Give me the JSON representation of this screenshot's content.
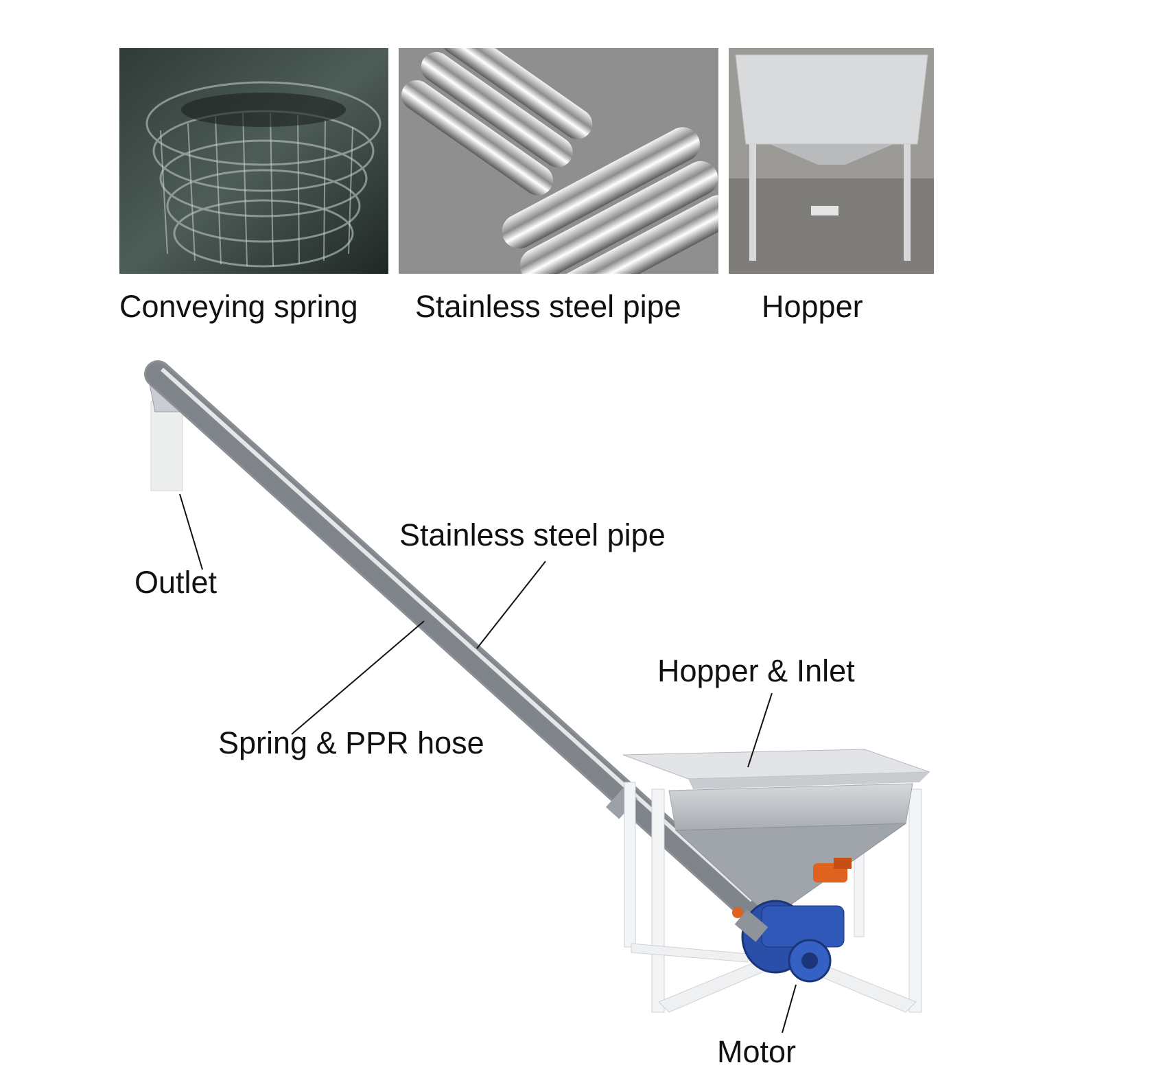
{
  "photos": [
    {
      "caption": "Conveying spring",
      "icon": "conveying-spring-photo"
    },
    {
      "caption": "Stainless steel pipe",
      "icon": "stainless-steel-pipe-photo"
    },
    {
      "caption": "Hopper",
      "icon": "hopper-photo"
    }
  ],
  "labels": {
    "outlet": "Outlet",
    "pipe": "Stainless steel pipe",
    "spring_hose": "Spring & PPR hose",
    "hopper_inlet": "Hopper & Inlet",
    "motor": "Motor"
  },
  "colors": {
    "motor_blue": "#2a4fa8",
    "vibrator_orange": "#e0621f",
    "steel": "#b9bec4",
    "frame": "#f2f3f5"
  }
}
